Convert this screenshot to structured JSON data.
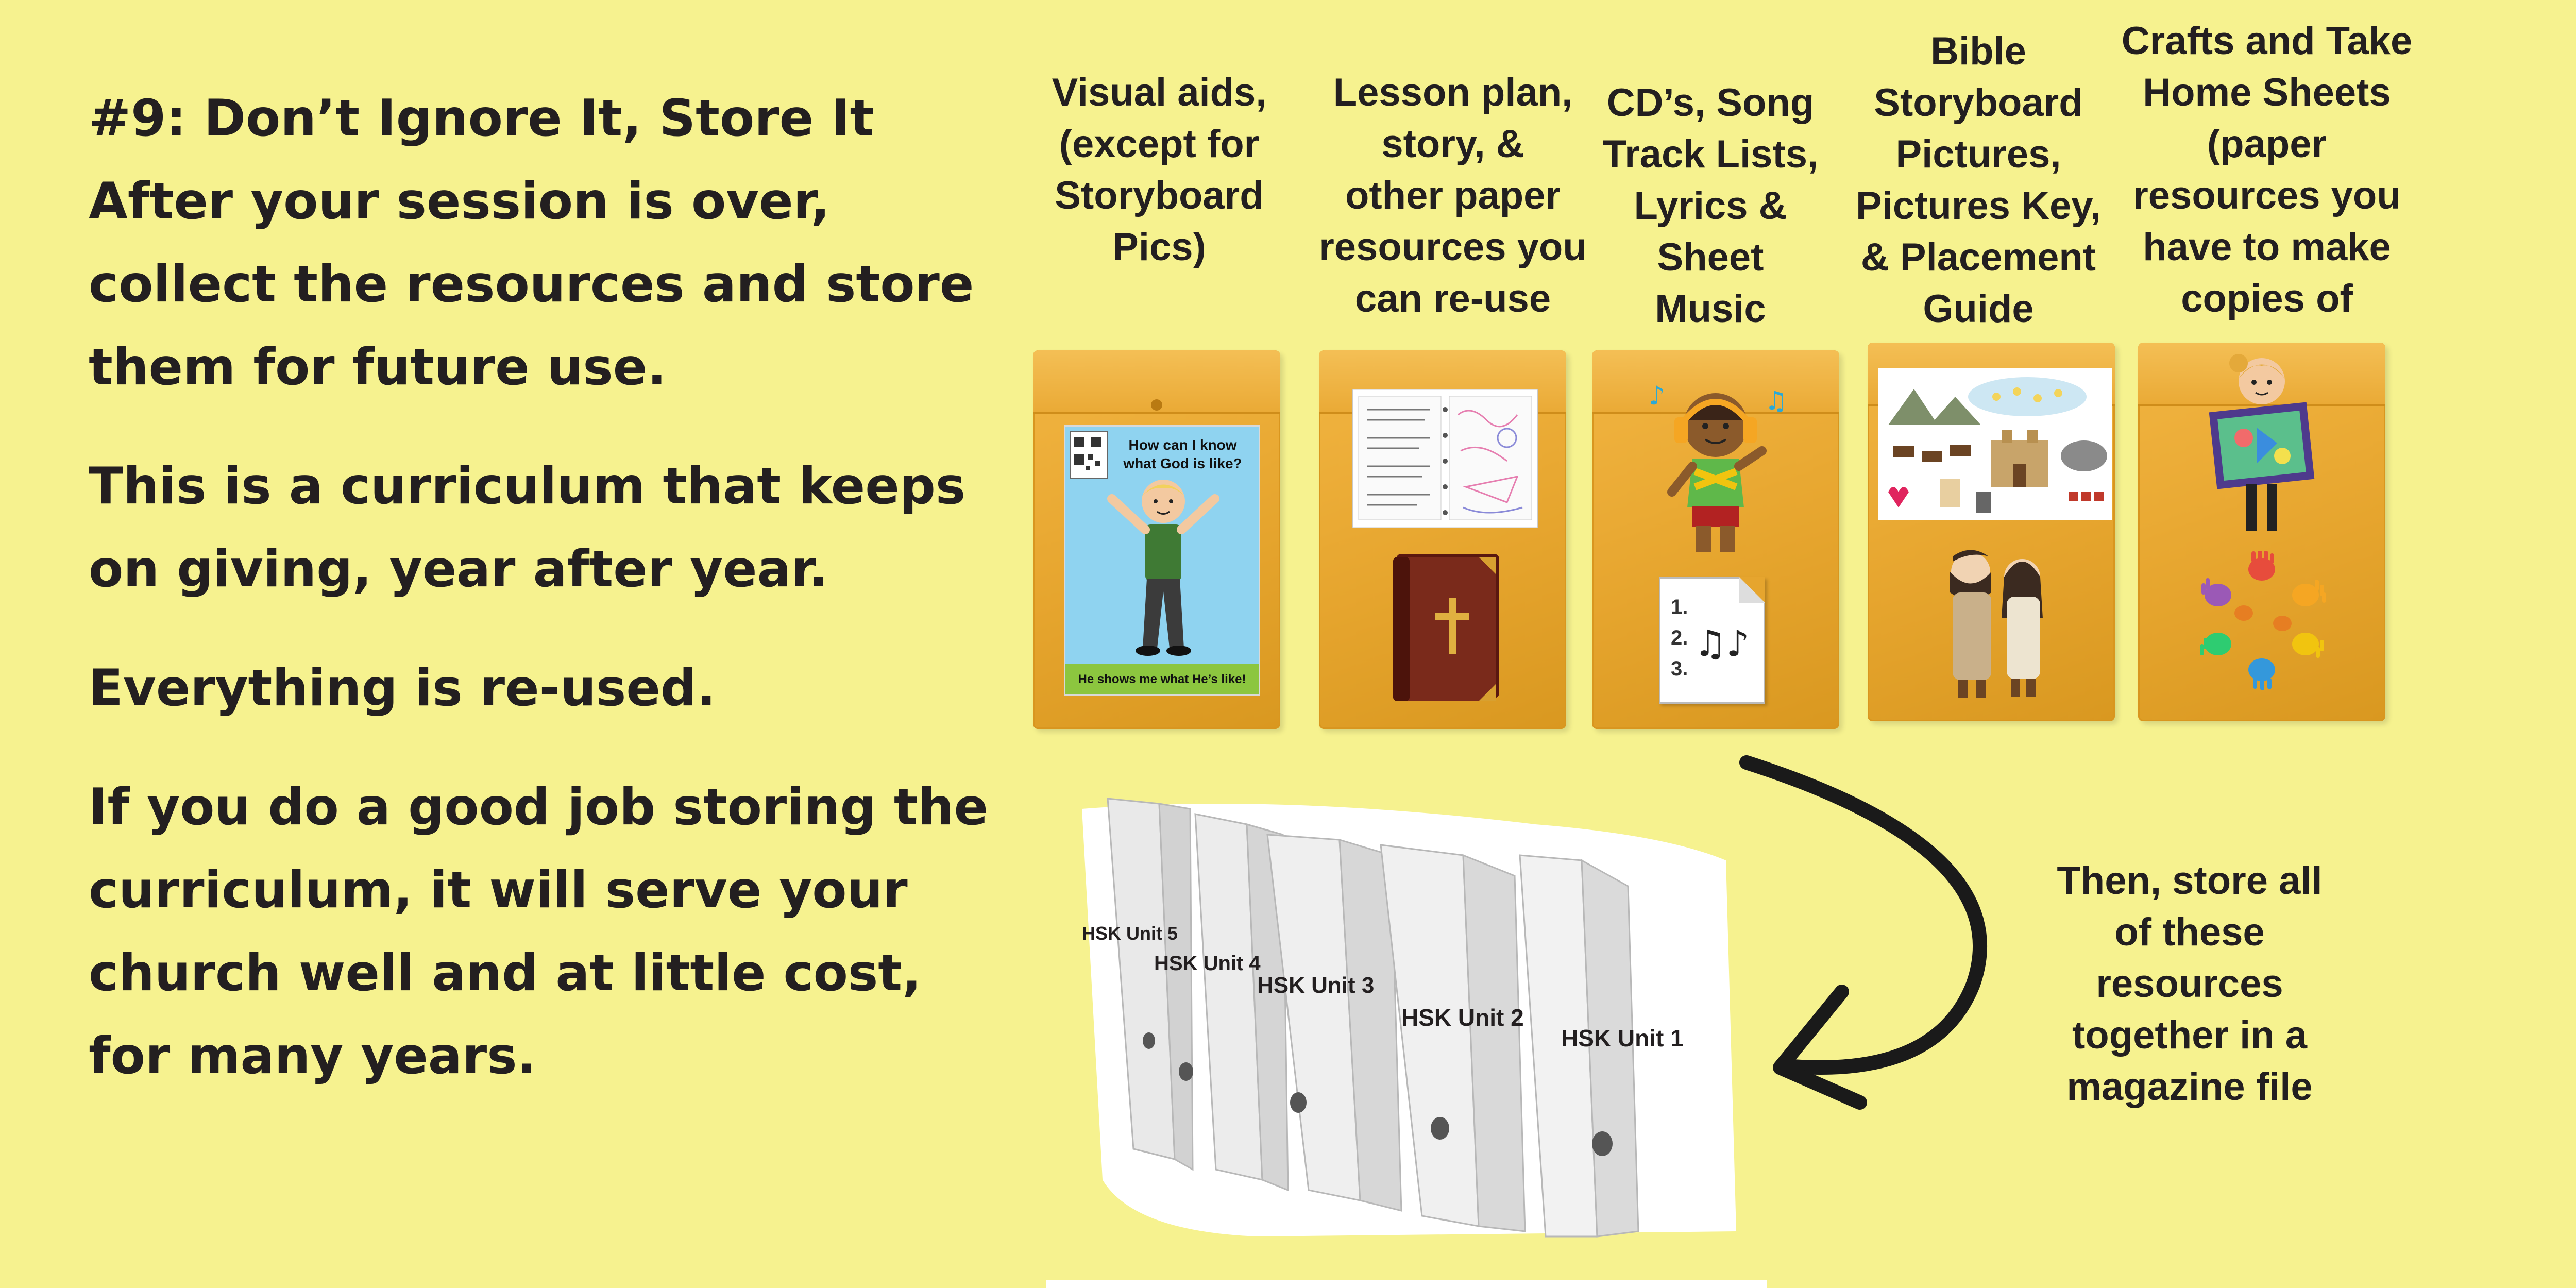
{
  "tip": {
    "paragraphs": [
      [
        "#9: Don’t Ignore It, Store It",
        "After your session is over,",
        "collect the resources and store",
        "them for future use."
      ],
      [
        "This is a curriculum that keeps",
        "on giving, year after year."
      ],
      [
        "Everything is re-used."
      ],
      [
        "If you do a good job storing the",
        "curriculum, it will serve your",
        "church well and at little cost,",
        "for many years."
      ]
    ]
  },
  "envelopes": [
    {
      "heading": [
        "Visual aids,",
        "(except for",
        "Storyboard",
        "Pics)"
      ]
    },
    {
      "heading": [
        "Lesson plan,",
        "story, &",
        "other paper",
        "resources you",
        "can re-use"
      ]
    },
    {
      "heading": [
        "CD’s, Song",
        "Track Lists,",
        "Lyrics &",
        "Sheet",
        "Music"
      ]
    },
    {
      "heading": [
        "Bible",
        "Storyboard",
        "Pictures,",
        "Pictures Key,",
        "& Placement",
        "Guide"
      ]
    },
    {
      "heading": [
        "Crafts and Take",
        "Home Sheets",
        "(paper",
        "resources you",
        "have to make",
        "copies of"
      ]
    }
  ],
  "visual_aid_card": {
    "question": "How can I know what God is like?",
    "caption": "He shows me what He’s like!"
  },
  "song_sheet": {
    "numbers": [
      "1.",
      "2.",
      "3."
    ]
  },
  "magazine_files": [
    {
      "label": "HSK Unit 5"
    },
    {
      "label": "HSK Unit 4"
    },
    {
      "label": "HSK Unit 3"
    },
    {
      "label": "HSK Unit 2"
    },
    {
      "label": "HSK Unit 1"
    }
  ],
  "store_caption": [
    "Then, store all",
    "of these",
    "resources",
    "together in a",
    "magazine file"
  ],
  "colors": {
    "background": "#F6F28F",
    "envelope": "#E9A935",
    "text": "#231F20",
    "arrow": "#1A1A1A"
  }
}
